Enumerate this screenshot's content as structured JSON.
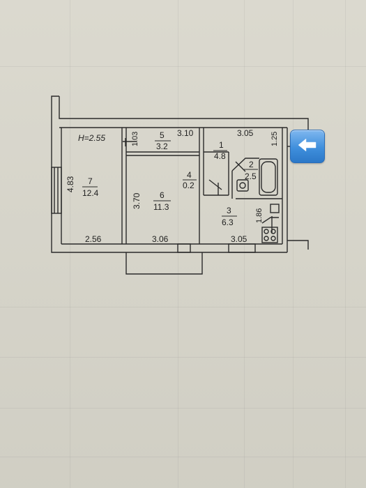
{
  "plan": {
    "ceiling_height": "H=2.55",
    "rooms": [
      {
        "number": "7",
        "area": "12.4"
      },
      {
        "number": "6",
        "area": "11.3"
      },
      {
        "number": "5",
        "area": "3.2"
      },
      {
        "number": "4",
        "area": "0.2"
      },
      {
        "number": "1",
        "area": "4.8"
      },
      {
        "number": "2",
        "area": "2.5"
      },
      {
        "number": "3",
        "area": "6.3"
      }
    ],
    "dimensions": {
      "left_height": "4.83",
      "bottom_left": "2.56",
      "room6_height": "3.70",
      "bottom_mid": "3.06",
      "bottom_right": "3.05",
      "corridor_height": "1.03",
      "corridor_width": "3.10",
      "top_right": "3.05",
      "right_small": "1.25",
      "kitchen_height": "1.86"
    }
  },
  "ui": {
    "back_button_icon": "arrow-left-icon"
  },
  "colors": {
    "ink": "#1f1f1f",
    "button_blue": "#3f8fdc"
  }
}
